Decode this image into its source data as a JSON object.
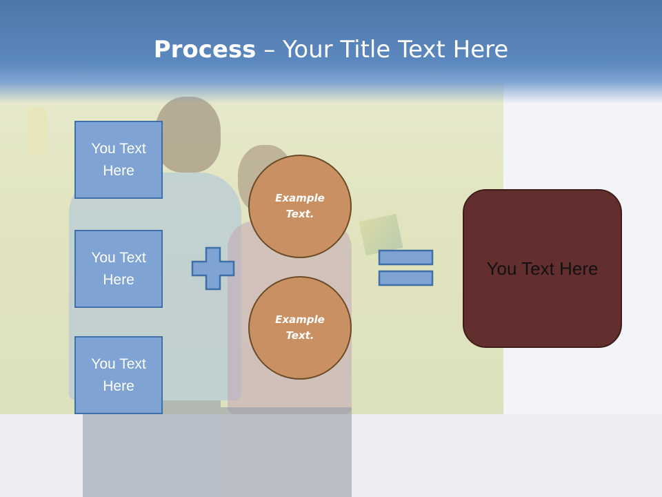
{
  "title": {
    "bold": "Process",
    "rest": " – Your Title Text Here"
  },
  "boxes": [
    {
      "label": "You Text Here"
    },
    {
      "label": "You Text Here"
    },
    {
      "label": "You Text Here"
    }
  ],
  "circles": [
    {
      "label": "Example Text."
    },
    {
      "label": "Example Text."
    }
  ],
  "result": {
    "label": "You Text Here"
  },
  "colors": {
    "box_fill": "#7fa3d2",
    "box_border": "#3f6fa8",
    "circle_fill": "#c99163",
    "result_fill": "#632e2e",
    "title_bar": "#5b88be"
  },
  "icons": {
    "plus": "plus-icon",
    "equals": "equals-icon"
  }
}
